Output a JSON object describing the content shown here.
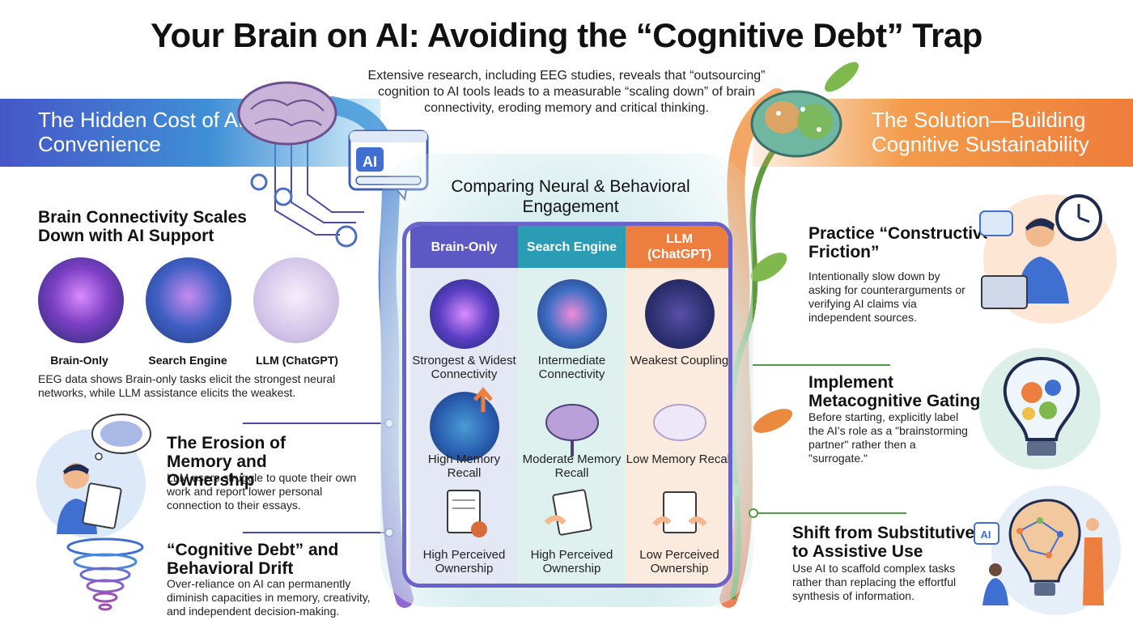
{
  "header": {
    "title": "Your Brain on AI: Avoiding the “Cognitive Debt” Trap",
    "intro": "Extensive research, including EEG studies, reveals that “outsourcing” cognition to AI tools leads to a measurable “scaling down” of brain connectivity, eroding memory and critical thinking."
  },
  "left": {
    "banner": "The Hidden Cost of AI Convenience",
    "connectivity": {
      "title": "Brain Connectivity Scales Down with AI Support",
      "captions": [
        "Brain-Only",
        "Search Engine",
        "LLM (ChatGPT)"
      ],
      "body": "EEG data shows Brain-only tasks elicit the strongest neural networks, while LLM assistance elicits the weakest."
    },
    "memory": {
      "title": "The Erosion of Memory and Ownership",
      "body": "LLM users struggle to quote their own work and report lower personal connection to their essays."
    },
    "debt": {
      "title": "“Cognitive Debt” and Behavioral Drift",
      "body": "Over-reliance on AI can permanently diminish capacities in memory, creativity, and independent decision-making."
    }
  },
  "center": {
    "title": "Comparing Neural & Behavioral Engagement",
    "ai_badge": "AI",
    "columns": [
      {
        "header": "Brain-Only",
        "rows": [
          "Strongest & Widest Connectivity",
          "High Memory Recall",
          "High Perceived Ownership"
        ]
      },
      {
        "header": "Search Engine",
        "rows": [
          "Intermediate Connectivity",
          "Moderate Memory Recall",
          "High Perceived Ownership"
        ]
      },
      {
        "header": "LLM (ChatGPT)",
        "rows": [
          "Weakest Coupling",
          "Low Memory Recall",
          "Low Perceived Ownership"
        ]
      }
    ]
  },
  "right": {
    "banner": "The Solution—Building Cognitive Sustainability",
    "friction": {
      "title": "Practice “Constructive Friction”",
      "body": "Intentionally slow down by asking for counterarguments or verifying AI claims via independent sources."
    },
    "gating": {
      "title": "Implement Metacognitive Gating",
      "body": "Before starting, explicitly label the AI’s role as a \"brainstorming partner\" rather then a \"surrogate.\""
    },
    "shift": {
      "title": "Shift from Substitutive to Assistive Use",
      "body": "Use AI to scaffold complex tasks rather than replacing the effortful synthesis of information.",
      "ai_badge": "AI"
    }
  },
  "colors": {
    "brain_only": "#5c58c4",
    "search": "#2a9db5",
    "llm": "#ec7f3f",
    "left_banner": "#4656c8",
    "right_banner": "#ee7d3a"
  }
}
